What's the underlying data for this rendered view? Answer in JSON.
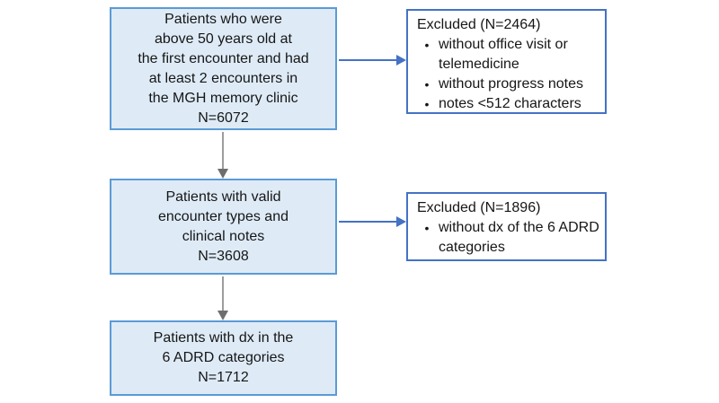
{
  "diagram": {
    "type": "flowchart",
    "bullet_char": "•",
    "colors": {
      "main_box_fill": "#deebf7",
      "main_box_border": "#5b9bd5",
      "side_box_fill": "#ffffff",
      "side_box_border": "#4472c4",
      "down_arrow": "#6e6e6e",
      "side_arrow": "#4472c4",
      "text": "#161616",
      "background": "#ffffff"
    },
    "main_boxes": [
      {
        "name": "initial-cohort",
        "text": "Patients who were\nabove 50 years old at\nthe first encounter and had\nat least 2 encounters in\nthe MGH memory clinic\nN=6072",
        "n": 6072
      },
      {
        "name": "valid-encounters",
        "text": "Patients with valid\nencounter types and\nclinical notes\nN=3608",
        "n": 3608
      },
      {
        "name": "adrd-dx",
        "text": "Patients with dx in the\n6 ADRD categories\nN=1712",
        "n": 1712
      }
    ],
    "side_boxes": [
      {
        "name": "excluded-1",
        "title": "Excluded (N=2464)",
        "n": 2464,
        "bullets": [
          "without office visit or telemedicine",
          "without progress notes",
          "notes <512 characters"
        ]
      },
      {
        "name": "excluded-2",
        "title": "Excluded (N=1896)",
        "n": 1896,
        "bullets": [
          "without dx of the 6 ADRD categories"
        ]
      }
    ]
  }
}
